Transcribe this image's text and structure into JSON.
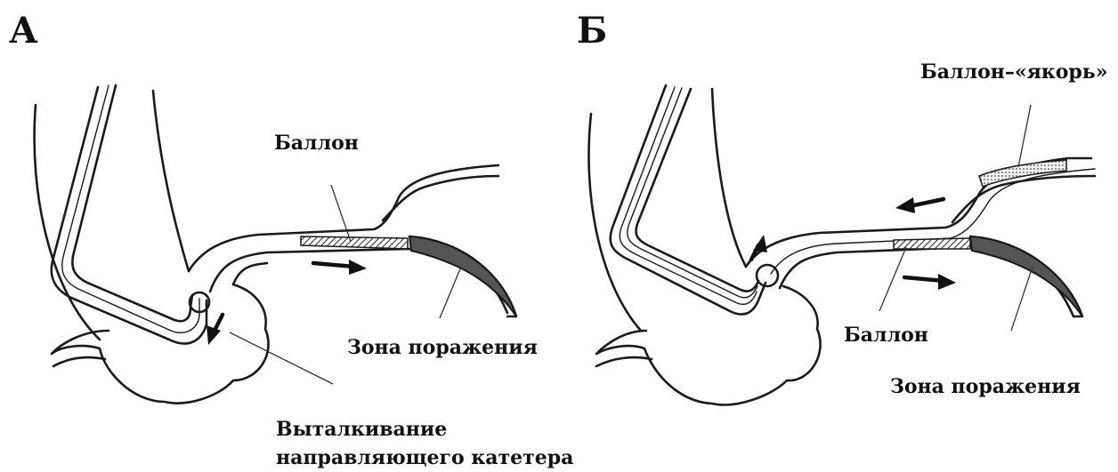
{
  "panels": {
    "a": {
      "letter": "А",
      "labels": {
        "balloon": "Баллон",
        "lesion_zone": "Зона поражения",
        "pushout_line1": "Выталкивание",
        "pushout_line2": "направляющего катетера"
      }
    },
    "b": {
      "letter": "Б",
      "labels": {
        "anchor_balloon": "Баллон–«якорь»",
        "balloon": "Баллон",
        "lesion_zone": "Зона поражения"
      }
    }
  }
}
